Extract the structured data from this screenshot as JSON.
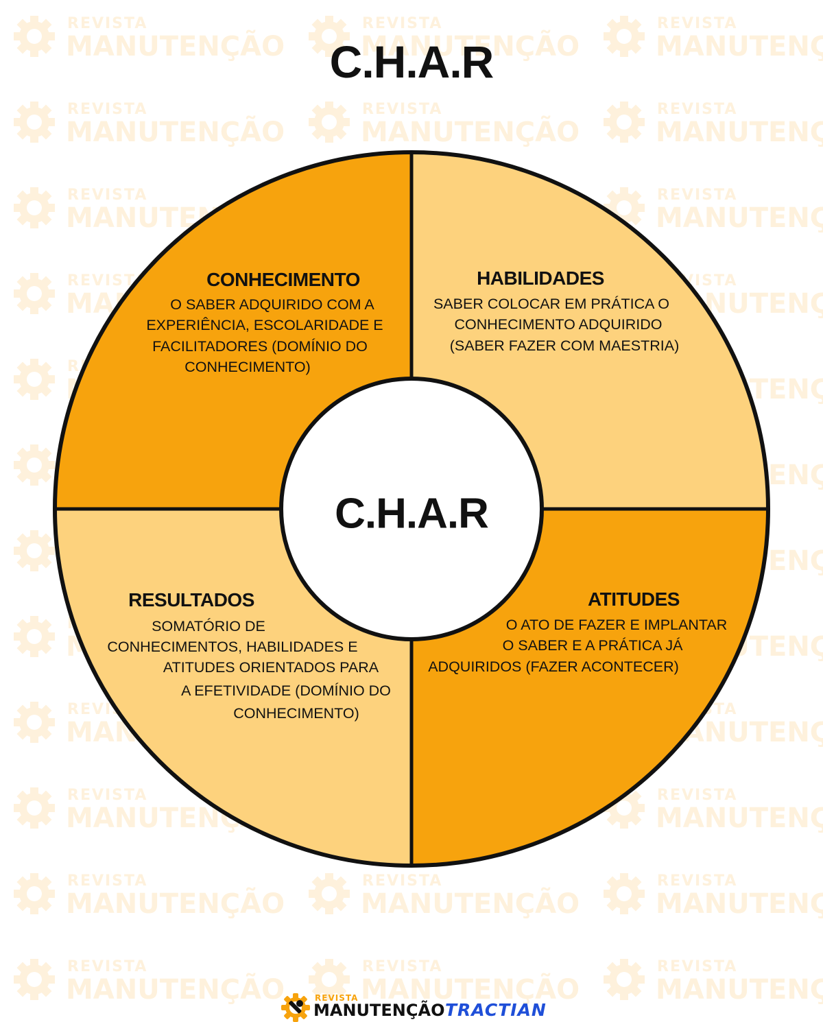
{
  "title": "C.H.A.R",
  "center_label": "C.H.A.R",
  "watermark": {
    "top": "REVISTA",
    "bottom": "MANUTENÇÃO"
  },
  "quadrants": [
    {
      "id": "conhecimento",
      "title": "CONHECIMENTO",
      "lines": [
        "O SABER ADQUIRIDO COM A",
        "EXPERIÊNCIA, ESCOLARIDADE E",
        "FACILITADORES (DOMÍNIO DO",
        "CONHECIMENTO)"
      ],
      "color": "#F7A30D"
    },
    {
      "id": "habilidades",
      "title": "HABILIDADES",
      "lines": [
        "SABER COLOCAR EM PRÁTICA O",
        "CONHECIMENTO ADQUIRIDO",
        "(SABER FAZER COM MAESTRIA)"
      ],
      "color": "#FDD27D"
    },
    {
      "id": "resultados",
      "title": "RESULTADOS",
      "lines": [
        "SOMATÓRIO DE",
        "CONHECIMENTOS, HABILIDADES E",
        "ATITUDES ORIENTADOS PARA",
        "A EFETIVIDADE (DOMÍNIO DO",
        "CONHECIMENTO)"
      ],
      "color": "#FDD27D"
    },
    {
      "id": "atitudes",
      "title": "ATITUDES",
      "lines": [
        "O ATO DE FAZER E IMPLANTAR",
        "O SABER E A PRÁTICA JÁ",
        "ADQUIRIDOS (FAZER ACONTECER)"
      ],
      "color": "#F7A30D"
    }
  ],
  "footer": {
    "brand_top": "REVISTA",
    "brand_main": "MANUTENÇÃO",
    "partner": "TRACTIAN",
    "partner_color": "#1F4FD8",
    "brand_icon": "gear-wrench-icon",
    "brand_color": "#F7A30D"
  },
  "colors": {
    "dark_orange": "#F7A30D",
    "light_orange": "#FDD27D",
    "outline": "#111111",
    "watermark": "#FEF1DC"
  }
}
